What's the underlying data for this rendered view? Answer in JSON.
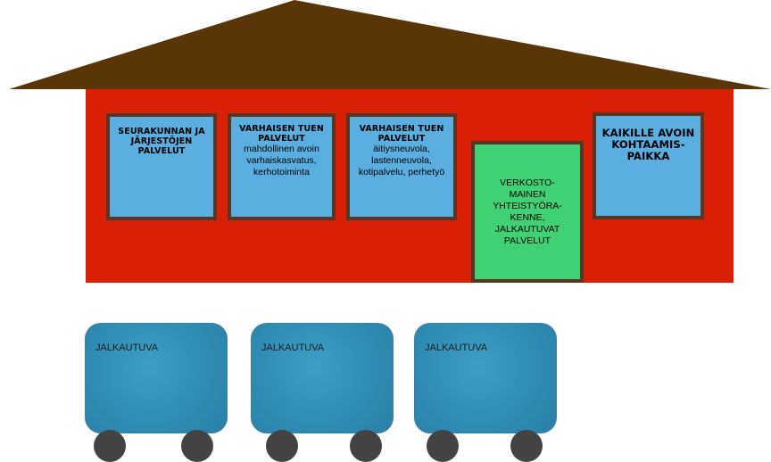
{
  "boxes": {
    "seurakunta": {
      "title": "SEURAKUNNAN JA JÄRJESTÖJEN PALVELUT"
    },
    "varhainen1": {
      "title": "VARHAISEN TUEN PALVELUT",
      "body": "mahdollinen avoin varhaiskasvatus, kerhotoiminta"
    },
    "varhainen2": {
      "title": "VARHAISEN TUEN PALVELUT",
      "body": "äitiysneuvola, lastenneuvola, kotipalvelu, perhetyö"
    },
    "door": {
      "text": "VERKOSTO-MAINEN YHTEISTYÖRA-KENNE, JALKAUTUVAT PALVELUT"
    },
    "kaikille": {
      "title": "KAIKILLE AVOIN KOHTAAMIS-PAIKKA"
    }
  },
  "carts": [
    {
      "label": "JALKAUTUVA"
    },
    {
      "label": "JALKAUTUVA"
    },
    {
      "label": "JALKAUTUVA"
    }
  ],
  "colors": {
    "roof": "#5a3507",
    "house": "#d91f05",
    "window": "#5aaee0",
    "door": "#3fd174",
    "frame": "#5a3622",
    "cart": "#2f8bb3",
    "wheel": "#434343"
  }
}
